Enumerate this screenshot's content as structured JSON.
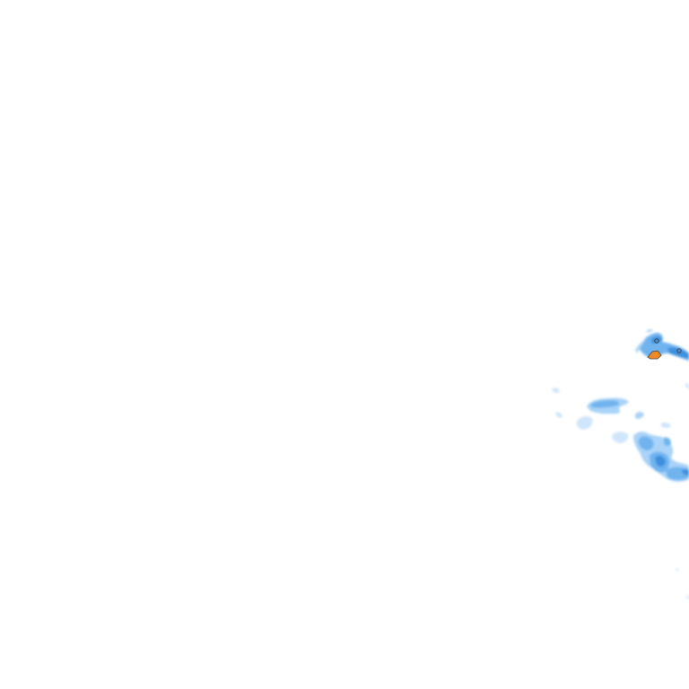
{
  "map": {
    "kind": "weather-radar-precipitation-tile",
    "background": "#ffffff",
    "palette": {
      "very_light": "#cfe6fb",
      "light": "#a9d3f8",
      "medium": "#6fb3ef",
      "strong": "#3d8fde",
      "heavy": "#f08a24",
      "cell_outline": "#444444"
    },
    "echo_clusters": [
      {
        "name": "northern-cluster",
        "intensity_levels": [
          "medium",
          "strong",
          "heavy"
        ]
      },
      {
        "name": "southern-cluster",
        "intensity_levels": [
          "very_light",
          "light",
          "medium",
          "strong"
        ]
      }
    ]
  }
}
